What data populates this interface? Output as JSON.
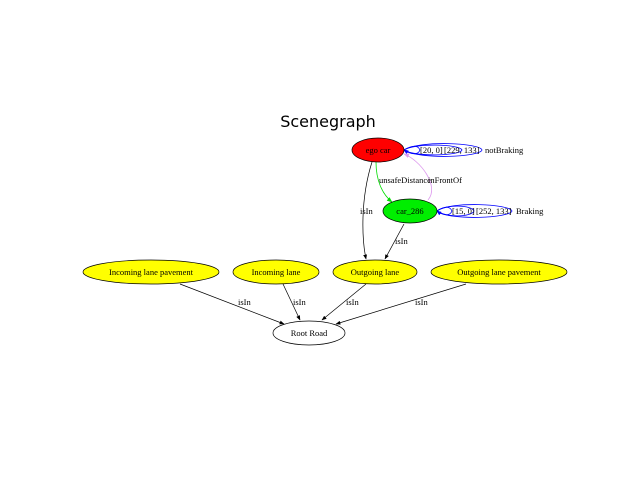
{
  "title": "Scenegraph",
  "nodes": {
    "ego_car": {
      "label": "ego car",
      "fill": "#ff0000"
    },
    "car_286": {
      "label": "car_286",
      "fill": "#00ee00"
    },
    "incoming_pavement": {
      "label": "Incoming lane pavement",
      "fill": "#ffff00"
    },
    "incoming_lane": {
      "label": "Incoming lane",
      "fill": "#ffff00"
    },
    "outgoing_lane": {
      "label": "Outgoing lane",
      "fill": "#ffff00"
    },
    "outgoing_pavement": {
      "label": "Outgoing lane pavement",
      "fill": "#ffff00"
    },
    "root_road": {
      "label": "Root Road",
      "fill": "#ffffff"
    }
  },
  "edges": {
    "ego_loc": "[20, 0]",
    "ego_pix": "[229, 133]",
    "ego_brake": "notBraking",
    "car_loc": "[15, 0]",
    "car_pix": "[252, 133]",
    "car_brake": "Braking",
    "unsafe": "unsafeDistance",
    "infront": "inFrontOf",
    "isin_ego": "isIn",
    "isin_car": "isIn",
    "isin_1": "isIn",
    "isin_2": "isIn",
    "isin_3": "isIn",
    "isin_4": "isIn"
  },
  "colors": {
    "unsafe_edge": "#00dd00",
    "infront_edge": "#dd99ee",
    "self_loop": "#0000ff"
  }
}
